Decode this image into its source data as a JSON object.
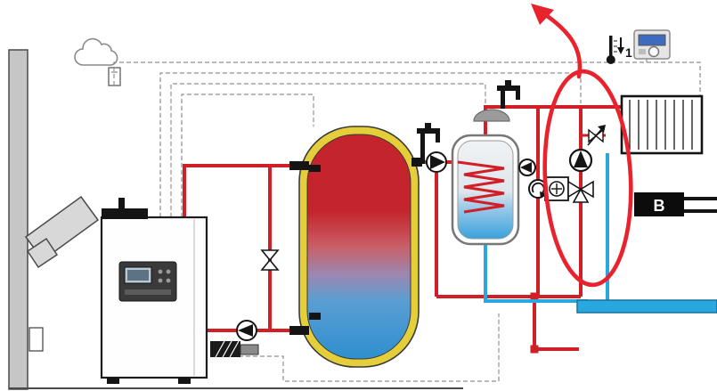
{
  "title": "Heating system hydraulic schematic with highlighted pump group",
  "colors": {
    "hot": "#d01f26",
    "cold": "#29a8df",
    "tank": "#e4cf3a",
    "annotation": "#e8232d",
    "wire": "#8f8f8f",
    "buffer_top": "#c4242b",
    "buffer_bottom": "#2f8fd0",
    "dhw_top": "#f0f3f5",
    "dhw_bottom": "#39a2dc",
    "screen_blue": "#3f6bbf"
  },
  "labels": {
    "radiator_zone": "B",
    "sensor_index": "1"
  },
  "icons": {
    "cloud": "outdoor-temperature-cloud",
    "outdoor_sensor": "outdoor-sensor-box",
    "thermometer": "room-temperature-sensor",
    "controller": "room-controller-panel",
    "faucet": "hot-water-tap",
    "basin": "wash-basin",
    "pump": "circulation-pump",
    "bypass_valve": "shut-off-valve",
    "check_valve": "check-valve",
    "three_way_valve": "three-way-mixing-valve",
    "actuator": "mixing-valve-actuator",
    "safety_valve": "thermostatic-valve",
    "annotation": "red-ellipse-highlight-with-arrow"
  }
}
